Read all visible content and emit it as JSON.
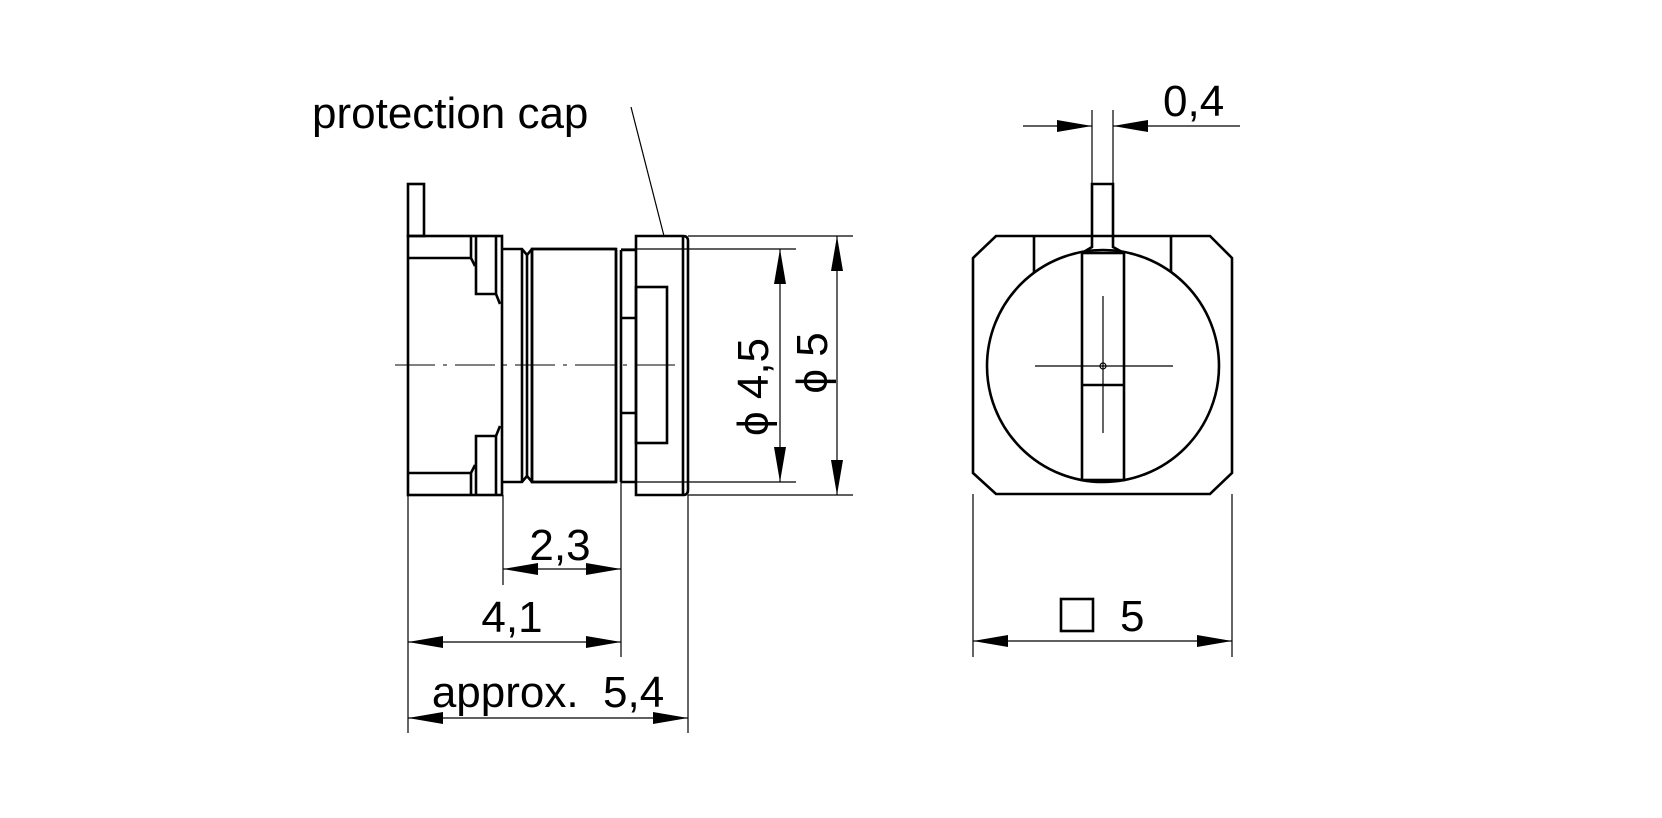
{
  "labels": {
    "protection_cap": "protection cap",
    "pin_width": "0,4",
    "diameter_inner": "ϕ 4,5",
    "diameter_outer": "ϕ 5",
    "length_body": "2,3",
    "length_to_cap": "4,1",
    "length_total": "approx.  5,4",
    "square_size": "5"
  },
  "colors": {
    "line": "#000000",
    "background": "#ffffff"
  }
}
